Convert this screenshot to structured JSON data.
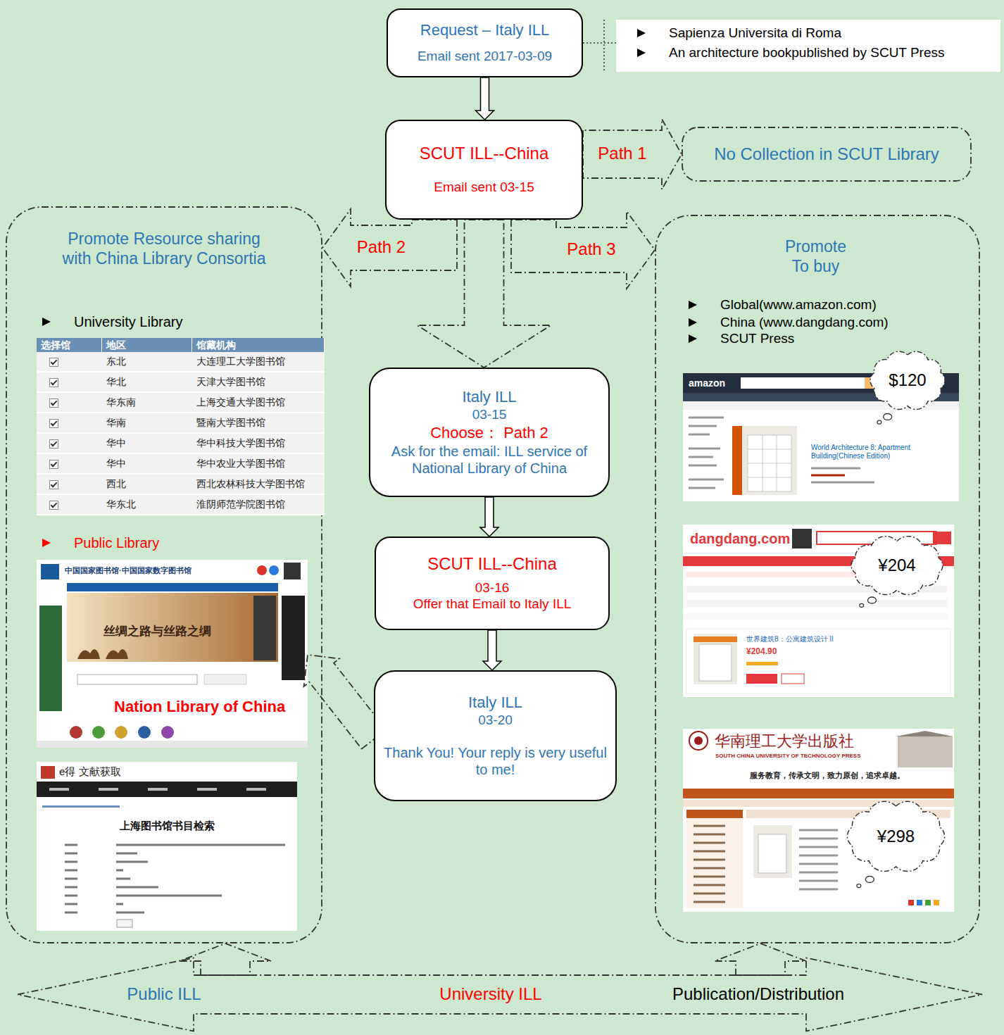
{
  "diagram": {
    "nodes": [
      {
        "text": [
          "Request – Italy ILL",
          "Email sent 2017-03-09"
        ]
      },
      {
        "text": [
          "Sapienza Universita di Roma",
          "An architecture bookpublished by SCUT Press"
        ]
      },
      {
        "text": [
          "SCUT ILL--China",
          "Email sent 03-15"
        ]
      },
      {
        "text": [
          "No Collection in SCUT Library"
        ]
      },
      {
        "text": [
          "Promote Resource sharing with China Library Consortia",
          "University Library",
          "Public Library"
        ]
      },
      {
        "text": [
          "中国国家图书馆·中国国家数字图书馆",
          "丝绸之路与丝路之绸",
          "Nation Library of China"
        ],
        "in": 4
      },
      {
        "text": [
          "e得 文献获取",
          "上海图书馆书目检索"
        ],
        "in": 4
      },
      {
        "text": [
          "Italy ILL",
          "03-15",
          "Choose： Path 2",
          "Ask for the email: ILL service of National Library of China"
        ]
      },
      {
        "text": [
          "SCUT ILL--China",
          "03-16",
          "Offer that Email to Italy ILL"
        ]
      },
      {
        "text": [
          "Italy ILL",
          "03-20",
          "Thank You! Your reply is very useful to me!"
        ]
      },
      {
        "text": [
          "Promote To buy",
          "Global(www.amazon.com)",
          "China (www.dangdang.com)",
          "SCUT Press"
        ]
      },
      {
        "text": [
          "amazon",
          "World Architecture 8: Apartment Building(Chinese Edition)"
        ],
        "in": 10
      },
      {
        "text": [
          "$120"
        ],
        "in": 10
      },
      {
        "text": [
          "dangdang.com",
          "世界建筑8：公寓建筑设计 II",
          "¥204.90"
        ],
        "in": 10
      },
      {
        "text": [
          "¥204"
        ],
        "in": 10
      },
      {
        "text": [
          "华南理工大学出版社",
          "SOUTH CHINA UNIVERSITY OF TECHNOLOGY PRESS",
          "服务教育，传承文明，致力原创，追求卓越。"
        ],
        "in": 10
      },
      {
        "text": [
          "¥298"
        ],
        "in": 10
      },
      {
        "text": [
          "Public ILL",
          "University ILL",
          "Publication/Distribution"
        ]
      }
    ],
    "edges": [
      {
        "from": 0,
        "to": 1,
        "arrow": "none"
      },
      {
        "from": 0,
        "to": 2,
        "arrow": "to"
      },
      {
        "from": 2,
        "to": 3,
        "label": "Path 1",
        "arrow": "to"
      },
      {
        "from": 2,
        "to": 4,
        "label": "Path 2",
        "arrow": "to"
      },
      {
        "from": 2,
        "to": 10,
        "label": "Path 3",
        "arrow": "to"
      },
      {
        "from": 2,
        "to": 7,
        "arrow": "to"
      },
      {
        "from": 7,
        "to": 8,
        "arrow": "to"
      },
      {
        "from": 8,
        "to": 9,
        "arrow": "to"
      },
      {
        "from": 9,
        "to": 5,
        "arrow": "to"
      },
      {
        "from": 17,
        "to": 4,
        "arrow": "to"
      },
      {
        "from": 17,
        "to": 10,
        "arrow": "to"
      }
    ],
    "labels": [
      "选择馆",
      "地区",
      "馆藏机构",
      "东北",
      "大连理工大学图书馆",
      "华北",
      "天津大学图书馆",
      "华东南",
      "上海交通大学图书馆",
      "华南",
      "暨南大学图书馆",
      "华中",
      "华中科技大学图书馆",
      "华中",
      "华中农业大学图书馆",
      "西北",
      "西北农林科技大学图书馆",
      "华东北",
      "淮阴师范学院图书馆"
    ]
  }
}
